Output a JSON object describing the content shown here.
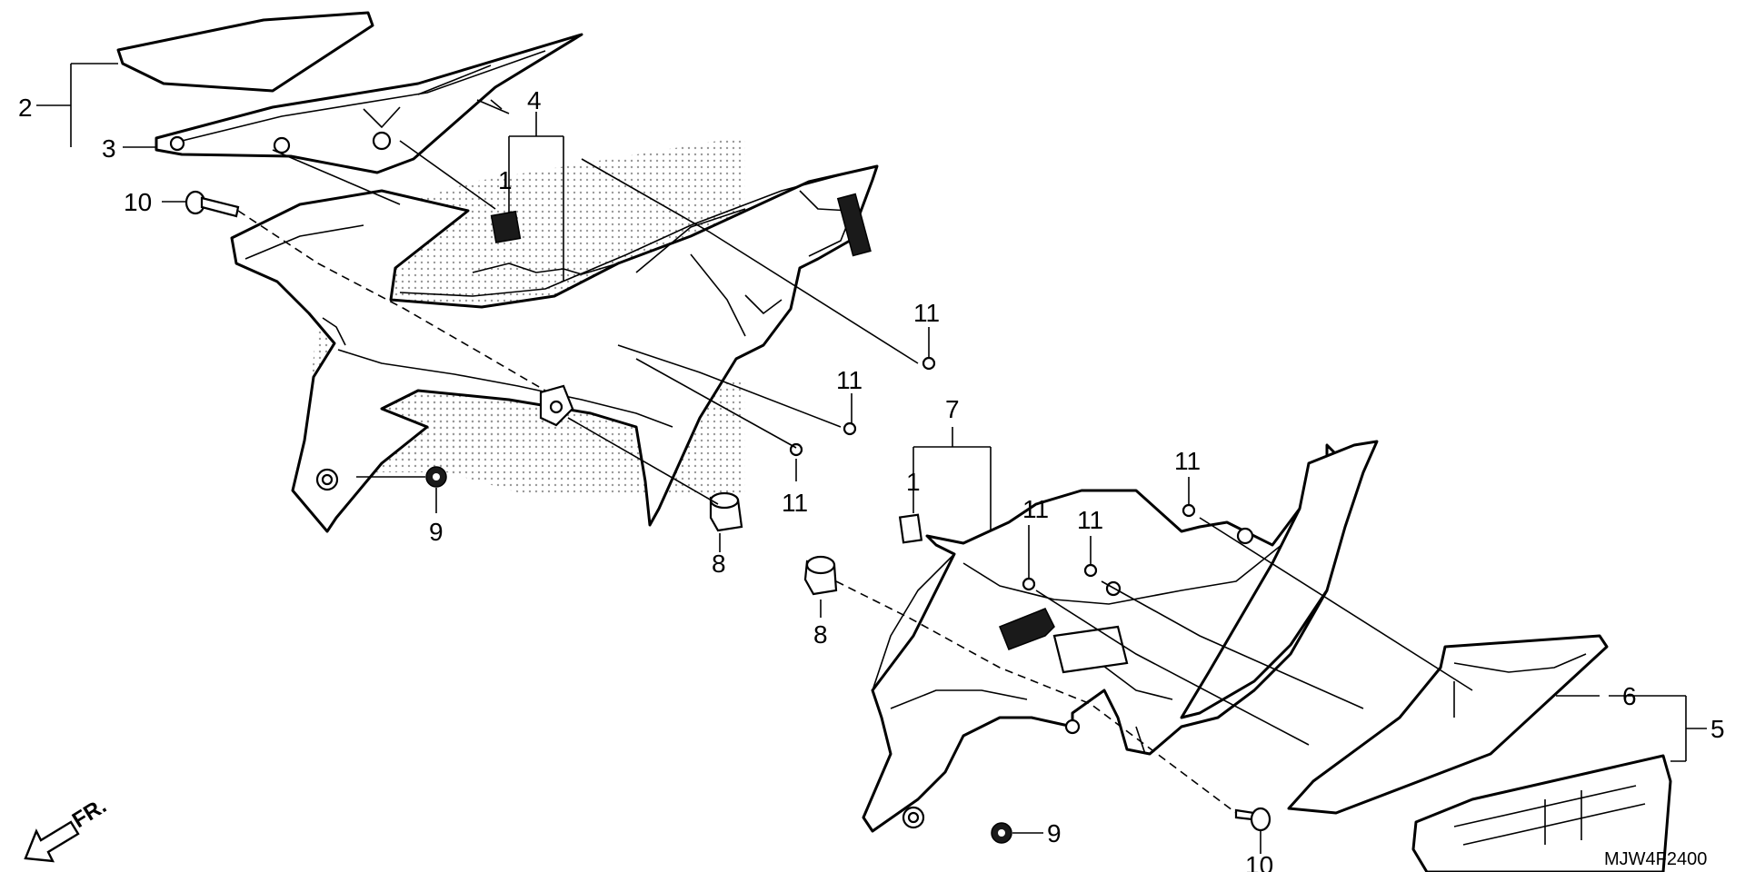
{
  "callouts": {
    "c1_upper": "1",
    "c1_lower": "1",
    "c2": "2",
    "c3": "3",
    "c4": "4",
    "c5": "5",
    "c6": "6",
    "c7": "7",
    "c8_left": "8",
    "c8_right": "8",
    "c9_left": "9",
    "c9_right": "9",
    "c10_left": "10",
    "c10_right": "10",
    "c11_a": "11",
    "c11_b": "11",
    "c11_c": "11",
    "c11_d": "11",
    "c11_e": "11",
    "c11_f": "11"
  },
  "direction_label": "FR.",
  "diagram_code": "MJW4F2400",
  "colors": {
    "ink": "#000000",
    "paper": "#ffffff",
    "stipple": "#9a9a9a"
  }
}
